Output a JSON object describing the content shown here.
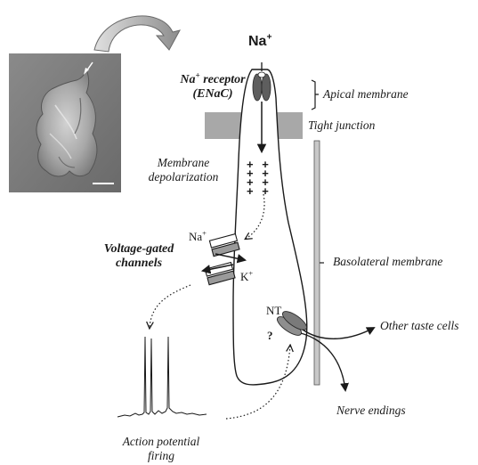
{
  "labels": {
    "na_top": {
      "main": "Na",
      "sup": "+"
    },
    "receptor": {
      "main": "Na",
      "sup": "+",
      "rest": " receptor",
      "line2": "(ENaC)"
    },
    "apical": "Apical membrane",
    "tight": "Tight junction",
    "depolarization": {
      "line1": "Membrane",
      "line2": "depolarization"
    },
    "plus_signs": "+ + + + + + + +",
    "na_channel": {
      "main": "Na",
      "sup": "+"
    },
    "k_channel": {
      "main": "K",
      "sup": "+"
    },
    "voltage_gated": {
      "line1": "Voltage-gated",
      "line2": "channels"
    },
    "basolateral": "Basolateral membrane",
    "nt": "NT",
    "question": "?",
    "other_cells": "Other taste cells",
    "nerve": "Nerve endings",
    "action_potential": {
      "line1": "Action potential",
      "line2": "firing"
    }
  },
  "colors": {
    "membrane_bar": "#c8c8c8",
    "tight_junction": "#a8a8a8",
    "channel": "#5e5e5e",
    "ink": "#1a1a1a"
  }
}
